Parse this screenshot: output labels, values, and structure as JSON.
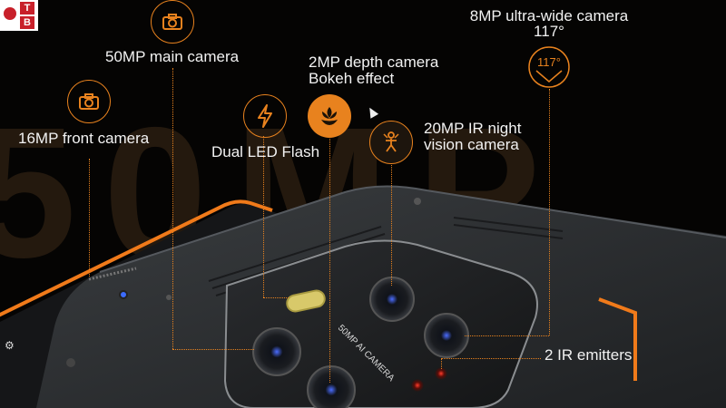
{
  "background_text": "50MP",
  "logo": {
    "top_letter": "T",
    "bottom_letter": "B"
  },
  "features": {
    "front_camera": "16MP front camera",
    "main_camera": "50MP main camera",
    "flash": "Dual LED Flash",
    "depth_line1": "2MP depth camera",
    "depth_line2": "Bokeh effect",
    "ultrawide_line1": "8MP ultra-wide camera",
    "ultrawide_line2": "117°",
    "ultrawide_icon_text": "117°",
    "night_line1": "20MP IR night",
    "night_line2": "vision camera",
    "ir_emitters": "2 IR emitters"
  },
  "phone": {
    "module_text": "50MP AI CAMERA"
  },
  "colors": {
    "accent": "#e8821e",
    "background": "#050403",
    "phone_body": "#2c2f32",
    "phone_trim": "#f07a1a"
  }
}
